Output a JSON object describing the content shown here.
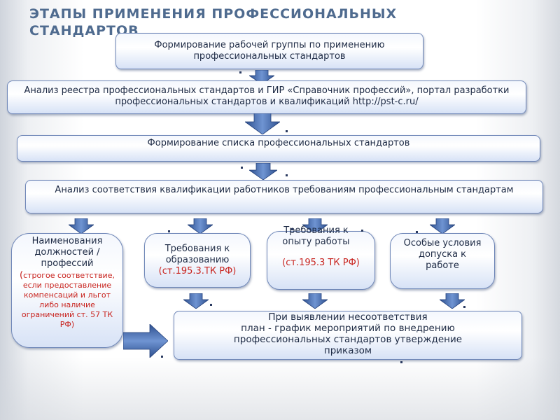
{
  "title": "ЭТАПЫ ПРИМЕНЕНИЯ ПРОФЕССИОНАЛЬНЫХ СТАНДАРТОВ",
  "steps": {
    "step1": "Формирование рабочей группы по применению профессиональных стандартов",
    "step2": "Анализ реестра профессиональных стандартов и  ГИР «Справочник профессий», портал разработки профессиональных стандартов и квалификаций http://pst-c.ru/",
    "step3": "Формирование списка профессиональных стандартов",
    "step4": "Анализ соответствия квалификации работников требованиям профессиональным стандартам"
  },
  "branches": {
    "positions": {
      "label": "Наименования должностей / профессий",
      "note_open": "(",
      "note": "строгое соответствие, если предоставление компенсаций и льгот либо наличие ограничений ст. 57 ТК РФ)"
    },
    "education": {
      "label": "Требования к образованию",
      "ref": "(ст.195.3.ТК РФ)"
    },
    "experience": {
      "label": "Требования к опыту работы",
      "ref": "(ст.195.3 ТК РФ)"
    },
    "special": {
      "label": "Особые условия допуска к работе"
    }
  },
  "result": {
    "line1": "При выявлении несоответствия",
    "line2": "план - график мероприятий по внедрению",
    "line3": "профессиональных стандартов   утверждение приказом"
  },
  "colors": {
    "title": "#4f6b8f",
    "arrow": "#3d64a8",
    "border": "#6f87b8",
    "red": "#c8231e"
  }
}
